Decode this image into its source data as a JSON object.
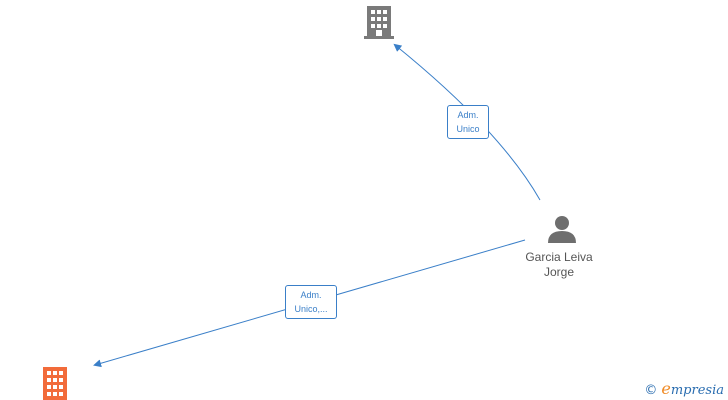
{
  "nodes": {
    "company_top": {
      "icon": "building-icon",
      "color": "#7a7a7a"
    },
    "company_bottom": {
      "icon": "building-icon",
      "color": "#f26b3a"
    },
    "person": {
      "icon": "person-icon",
      "color": "#6e6e6e",
      "line1": "Garcia Leiva",
      "line2": "Jorge"
    }
  },
  "edges": {
    "to_top": {
      "line1": "Adm.",
      "line2": "Unico",
      "color": "#3a7fc8"
    },
    "to_bottom": {
      "line1": "Adm.",
      "line2": "Unico,...",
      "color": "#3a7fc8"
    }
  },
  "watermark": {
    "copyright": "©",
    "brand_initial": "e",
    "brand_rest": "mpresia"
  }
}
